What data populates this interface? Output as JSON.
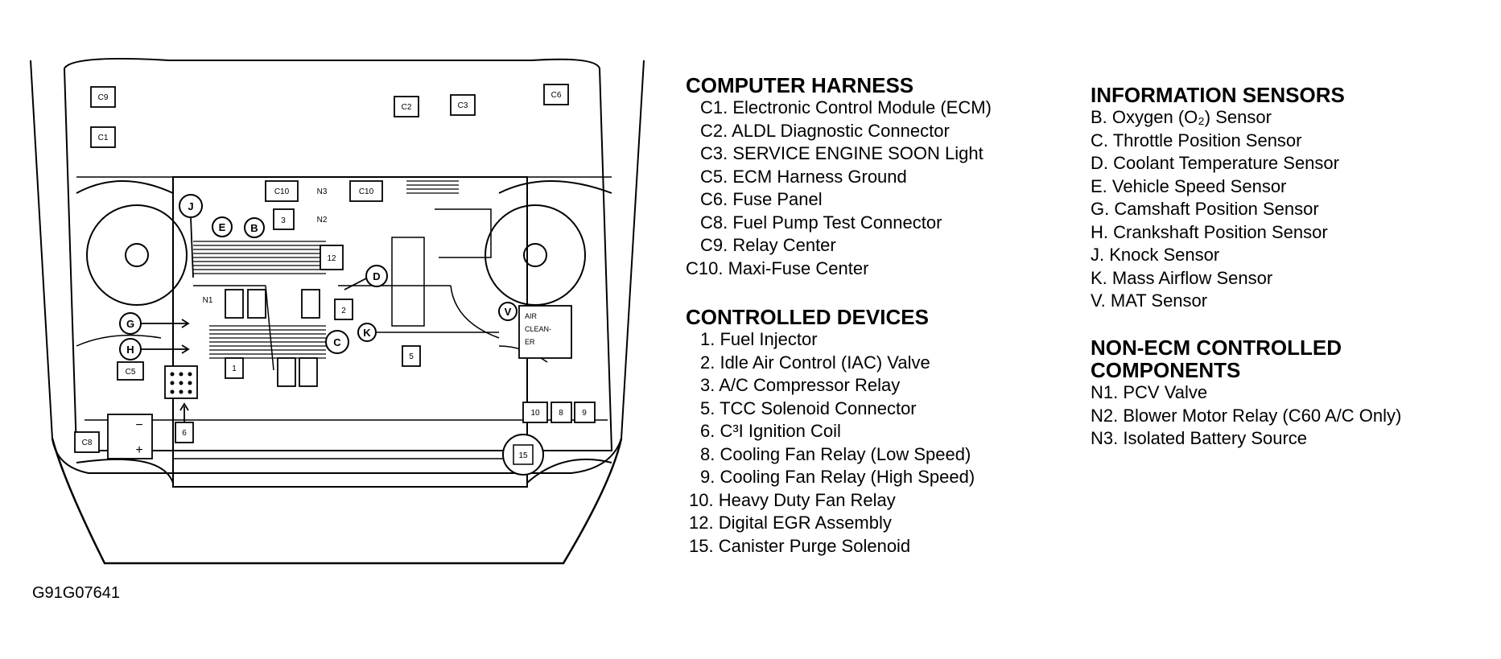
{
  "figure_id": "G91G07641",
  "diagram": {
    "labels": {
      "c9": "C9",
      "c1": "C1",
      "c2": "C2",
      "c3": "C3",
      "c6": "C6",
      "c10a": "C10",
      "c10b": "C10",
      "n3": "N3",
      "n2": "N2",
      "j": "J",
      "e": "E",
      "b": "B",
      "d": "D",
      "g": "G",
      "h": "H",
      "c": "C",
      "k": "K",
      "v": "V",
      "c5": "C5",
      "c8": "C8",
      "r3": "3",
      "r12": "12",
      "r2": "2",
      "r1": "1",
      "r5": "5",
      "r6": "6",
      "r10": "10",
      "r8": "8",
      "r9": "9",
      "r15": "15",
      "n1": "N1",
      "air_cleaner": [
        "AIR",
        "CLEAN-",
        "ER"
      ],
      "batt_minus": "−",
      "batt_plus": "+"
    }
  },
  "legend": {
    "computer_harness": {
      "heading": "COMPUTER HARNESS",
      "items": [
        "C1. Electronic Control Module (ECM)",
        "C2. ALDL Diagnostic Connector",
        "C3. SERVICE ENGINE SOON Light",
        "C5. ECM Harness Ground",
        "C6. Fuse Panel",
        "C8. Fuel Pump Test Connector",
        "C9. Relay Center",
        "C10. Maxi-Fuse Center"
      ]
    },
    "controlled_devices": {
      "heading": "CONTROLLED DEVICES",
      "items": [
        "1. Fuel Injector",
        "2. Idle Air Control (IAC) Valve",
        "3. A/C Compressor Relay",
        "5. TCC Solenoid Connector",
        "6. C³I Ignition Coil",
        "8. Cooling Fan Relay (Low Speed)",
        "9. Cooling Fan Relay (High Speed)",
        "10. Heavy Duty Fan Relay",
        "12. Digital EGR Assembly",
        "15. Canister Purge Solenoid"
      ]
    },
    "information_sensors": {
      "heading": "INFORMATION SENSORS",
      "items": [
        "B. Oxygen (O₂) Sensor",
        "C. Throttle Position Sensor",
        "D. Coolant Temperature Sensor",
        "E. Vehicle Speed Sensor",
        "G. Camshaft Position Sensor",
        "H. Crankshaft Position Sensor",
        "J. Knock Sensor",
        "K. Mass Airflow Sensor",
        "V. MAT Sensor"
      ]
    },
    "non_ecm": {
      "heading_line1": "NON-ECM CONTROLLED",
      "heading_line2": "COMPONENTS",
      "items": [
        "N1. PCV Valve",
        "N2. Blower Motor Relay (C60 A/C Only)",
        "N3. Isolated Battery Source"
      ]
    }
  }
}
